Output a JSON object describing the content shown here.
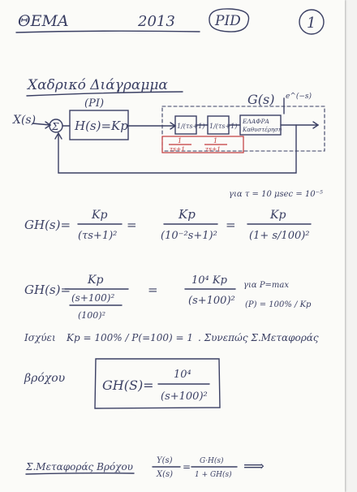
{
  "header": {
    "title": "ΘΕΜΑ",
    "year": "2013",
    "tag": "PID",
    "page_number": "1"
  },
  "section_block_diagram": {
    "heading": "Χαδρικό Διάγραμμα",
    "g_label": "G(s)",
    "input_label": "X(s)",
    "summing_symbol": "Σ",
    "controller_label": "(PI)",
    "controller_block": "H(s)=Kp",
    "block1": "1/(τs+1)",
    "block2": "1/(τs+1)",
    "block3_line1": "ΕΛΑΦΡΑ",
    "block3_line2": "Καθυστέρηση",
    "red_frac1_num": "1",
    "red_frac1_den": "τs+1",
    "red_frac2_num": "1",
    "red_frac2_den": "τs+1",
    "disturbance_label": "e^(−s)",
    "tau_note": "για τ = 10 μsec = 10⁻⁵"
  },
  "equations": {
    "gh1_lhs": "GH(s)=",
    "gh1_f1_num": "Kp",
    "gh1_f1_den": "(τs+1)²",
    "gh1_f2_num": "Kp",
    "gh1_f2_den": "(10⁻²s+1)²",
    "gh1_f3_num": "Kp",
    "gh1_f3_den": "(1+ s/100)²",
    "gh2_lhs": "GH(s)=",
    "gh2_f1_num": "Kp",
    "gh2_f1_den_top": "(s+100)²",
    "gh2_f1_den_bot": "(100)²",
    "gh2_f2_num": "10⁴ Kp",
    "gh2_f2_den": "(s+100)²",
    "gh2_note1": "για P=max",
    "gh2_note2": "(P) = 100% / Kp",
    "kp_line_prefix": "Ισχύει",
    "kp_line_eq": "Kp = 100% / P(=100) = 1",
    "kp_line_suffix": ". Συνεπώς Σ.Μεταφοράς",
    "loop_word": "βρόχου",
    "boxed_lhs": "GH(S)=",
    "boxed_num": "10⁴",
    "boxed_den": "(s+100)²",
    "closed_loop_label": "Σ.Μεταφοράς Βρόχου",
    "closed_loop_lhs_num": "Y(s)",
    "closed_loop_lhs_den": "X(s)",
    "closed_loop_rhs_num": "G·H(s)",
    "closed_loop_rhs_den": "1 + GH(s)",
    "arrow": "⟹"
  },
  "colors": {
    "ink": "#3a3f63",
    "red": "#c2383a",
    "paper": "#fbfbf8"
  }
}
